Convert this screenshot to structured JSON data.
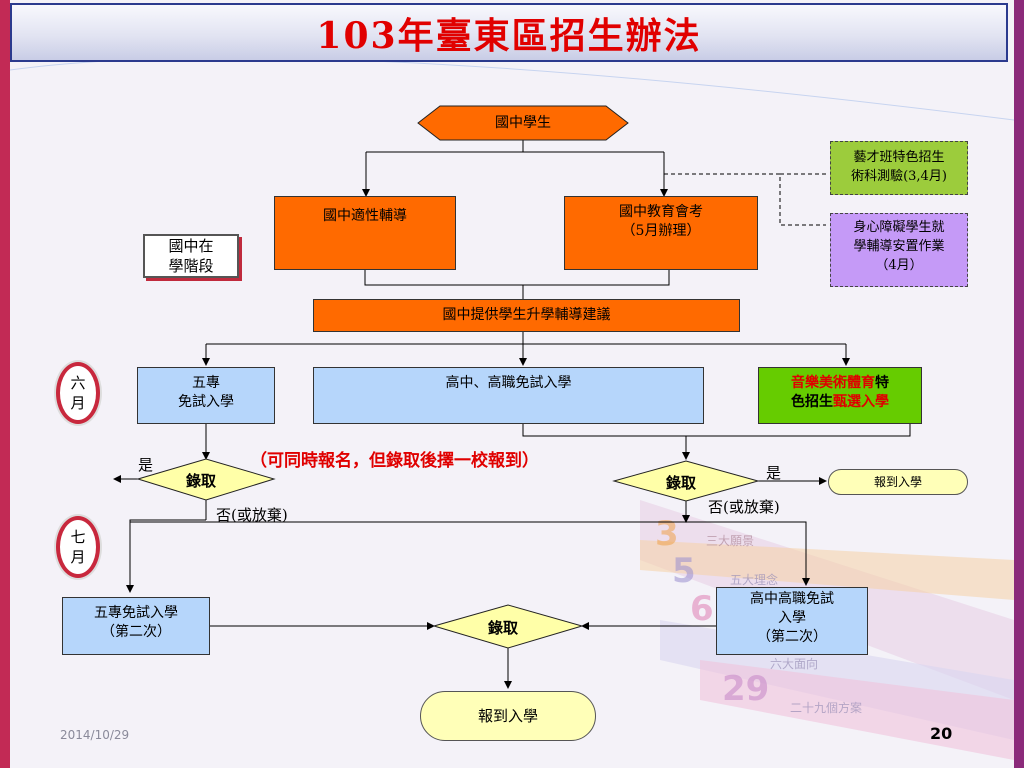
{
  "slide": {
    "title": "103年臺東區招生辦法",
    "date": "2014/10/29",
    "page": "20"
  },
  "nodes": {
    "start": "國中學生",
    "aptitude": "國中適性輔導",
    "exam_line1": "國中教育會考",
    "exam_line2": "（5月辦理）",
    "art_line1": "藝才班特色招生",
    "art_line2": "術科測驗(3,4月)",
    "disabled_line1": "身心障礙學生就",
    "disabled_line2": "學輔導安置作業",
    "disabled_line3": "（4月）",
    "stage_line1": "國中在",
    "stage_line2": "學階段",
    "advice": "國中提供學生升學輔導建議",
    "june_line1": "六",
    "june_line2": "月",
    "july_line1": "七",
    "july_line2": "月",
    "five_year_line1": "五專",
    "five_year_line2": "免試入學",
    "high_school": "高中、高職免試入學",
    "special_p1": "音樂美術體育",
    "special_p2": "特",
    "special_p3": "色招生",
    "special_p4": "甄選入學",
    "note_dual": "（可同時報名，但錄取後擇一校報到）",
    "admit_left": "錄取",
    "admit_right": "錄取",
    "admit_bottom": "錄取",
    "yes_left": "是",
    "yes_right": "是",
    "no_left": "否(或放棄)",
    "no_right": "否(或放棄)",
    "report_small": "報到入學",
    "five_year2_line1": "五專免試入學",
    "five_year2_line2": "（第二次）",
    "hs2_line1": "高中高職免試",
    "hs2_line2": "入學",
    "hs2_line3": "（第二次）",
    "report_final": "報到入學"
  },
  "background_text": [
    "3",
    "三大願景",
    "5",
    "五大理念",
    "6",
    "六大面向",
    "29",
    "二十九個方案"
  ],
  "colors": {
    "title": "#e10000",
    "orange": "#ff6a00",
    "blue": "#b6d6fb",
    "green": "#66cc00",
    "purple": "#c59af7",
    "accent_red": "#c8283d"
  }
}
